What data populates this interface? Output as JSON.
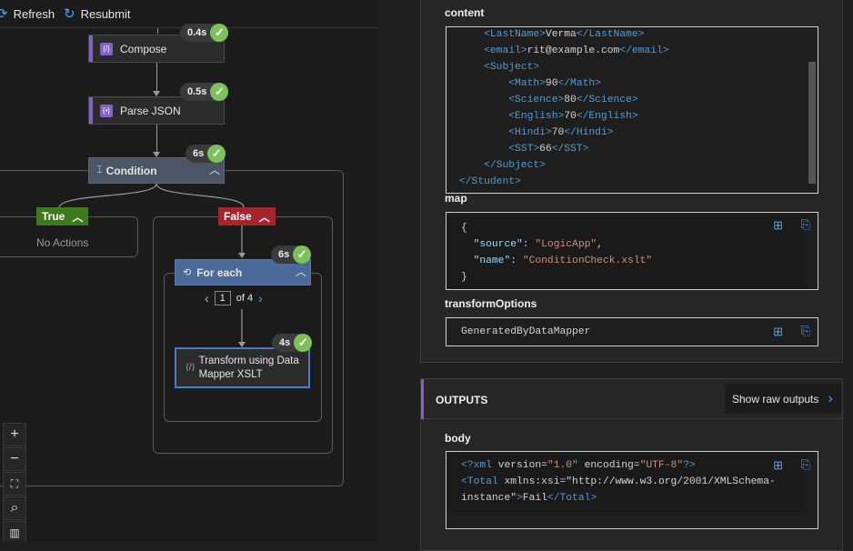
{
  "toolbar": {
    "refresh_label": "Refresh",
    "resubmit_label": "Resubmit"
  },
  "flow": {
    "compose": {
      "label": "Compose",
      "duration": "0.4s"
    },
    "parse_json": {
      "label": "Parse JSON",
      "duration": "0.5s"
    },
    "condition": {
      "label": "Condition",
      "duration": "6s"
    },
    "true_branch": {
      "label": "True",
      "empty_text": "No Actions"
    },
    "false_branch": {
      "label": "False"
    },
    "for_each": {
      "label": "For each",
      "duration": "6s",
      "page_current": "1",
      "page_total": "of 4"
    },
    "transform": {
      "label": "Transform using Data Mapper XSLT",
      "duration": "4s"
    }
  },
  "inputs": {
    "content_label": "content",
    "content_lines": [
      "    <LastName>Verma</LastName>",
      "    <email>rit@example.com</email>",
      "    <Subject>",
      "        <Math>90</Math>",
      "        <Science>80</Science>",
      "        <English>70</English>",
      "        <Hindi>70</Hindi>",
      "        <SST>66</SST>",
      "    </Subject>",
      "</Student>"
    ],
    "map_label": "map",
    "map_lines": [
      "{",
      "  \"source\": \"LogicApp\",",
      "  \"name\": \"ConditionCheck.xslt\"",
      "}"
    ],
    "transform_options_label": "transformOptions",
    "transform_options_value": "GeneratedByDataMapper"
  },
  "outputs": {
    "header": "OUTPUTS",
    "show_raw_label": "Show raw outputs",
    "body_label": "body",
    "body_lines": [
      "<?xml version=\"1.0\" encoding=\"UTF-8\"?>",
      "<Total xmlns:xsi=\"http://www.w3.org/2001/XMLSchema-",
      "instance\">Fail</Total>"
    ]
  }
}
